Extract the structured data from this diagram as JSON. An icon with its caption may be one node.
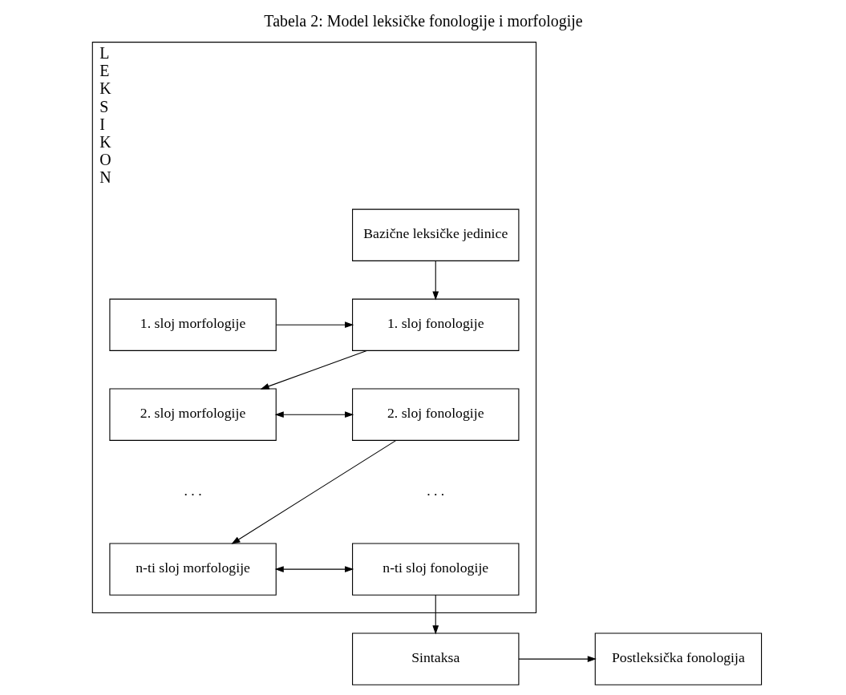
{
  "diagram": {
    "title": "Tabela 2: Model leksičke fonologije i morfologije",
    "nodes": [
      {
        "text": [
          "L E K S I K O N"
        ]
      },
      {
        "text": [
          "Bazične leksičke jedinice"
        ],
        "in": 0
      },
      {
        "text": [
          "1. sloj morfologije"
        ],
        "in": 0
      },
      {
        "text": [
          "1. sloj fonologije"
        ],
        "in": 0
      },
      {
        "text": [
          "2. sloj morfologije"
        ],
        "in": 0
      },
      {
        "text": [
          "2. sloj fonologije"
        ],
        "in": 0
      },
      {
        "text": [
          "n-ti sloj morfologije"
        ],
        "in": 0
      },
      {
        "text": [
          "n-ti sloj fonologije"
        ],
        "in": 0
      },
      {
        "text": [
          "Sintaksa"
        ]
      },
      {
        "text": [
          "Postleksička fonologija"
        ]
      }
    ],
    "edges": [
      {
        "from": 1,
        "to": 3,
        "arrow": "to"
      },
      {
        "from": 2,
        "to": 3,
        "arrow": "to"
      },
      {
        "from": 3,
        "to": 4,
        "arrow": "to"
      },
      {
        "from": 4,
        "to": 5,
        "arrow": "both"
      },
      {
        "from": 5,
        "to": 6,
        "arrow": "to"
      },
      {
        "from": 6,
        "to": 7,
        "arrow": "both"
      },
      {
        "from": 7,
        "to": 8,
        "arrow": "to"
      },
      {
        "from": 8,
        "to": 9,
        "arrow": "to"
      }
    ],
    "labels": [
      ". . .",
      ". . ."
    ]
  }
}
